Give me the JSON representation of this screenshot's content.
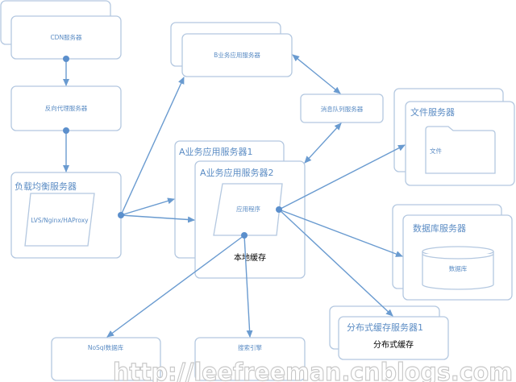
{
  "nodes": {
    "cdn": "CDN服务器",
    "reverse_proxy": "反向代理服务器",
    "load_balancer": "负载均衡服务器",
    "lb_software": "LVS/Nginx/HAProxy",
    "b_app": "B业务应用服务器",
    "mq": "消息队列服务器",
    "a_app1": "A业务应用服务器1",
    "a_app2": "A业务应用服务器2",
    "app_program": "应用程序",
    "local_cache": "本地缓存",
    "file_server": "文件服务器",
    "file": "文件",
    "db_server": "数据库服务器",
    "db": "数据库",
    "dist_cache_server": "分布式缓存服务器1",
    "dist_cache": "分布式缓存",
    "nosql": "NoSql数据库",
    "search": "搜索引擎"
  },
  "watermark": "http://leefreeman.cnblogs.com",
  "colors": {
    "line": "#6a9bd0",
    "border": "#b4c8e0",
    "text": "#5b8cc4"
  }
}
